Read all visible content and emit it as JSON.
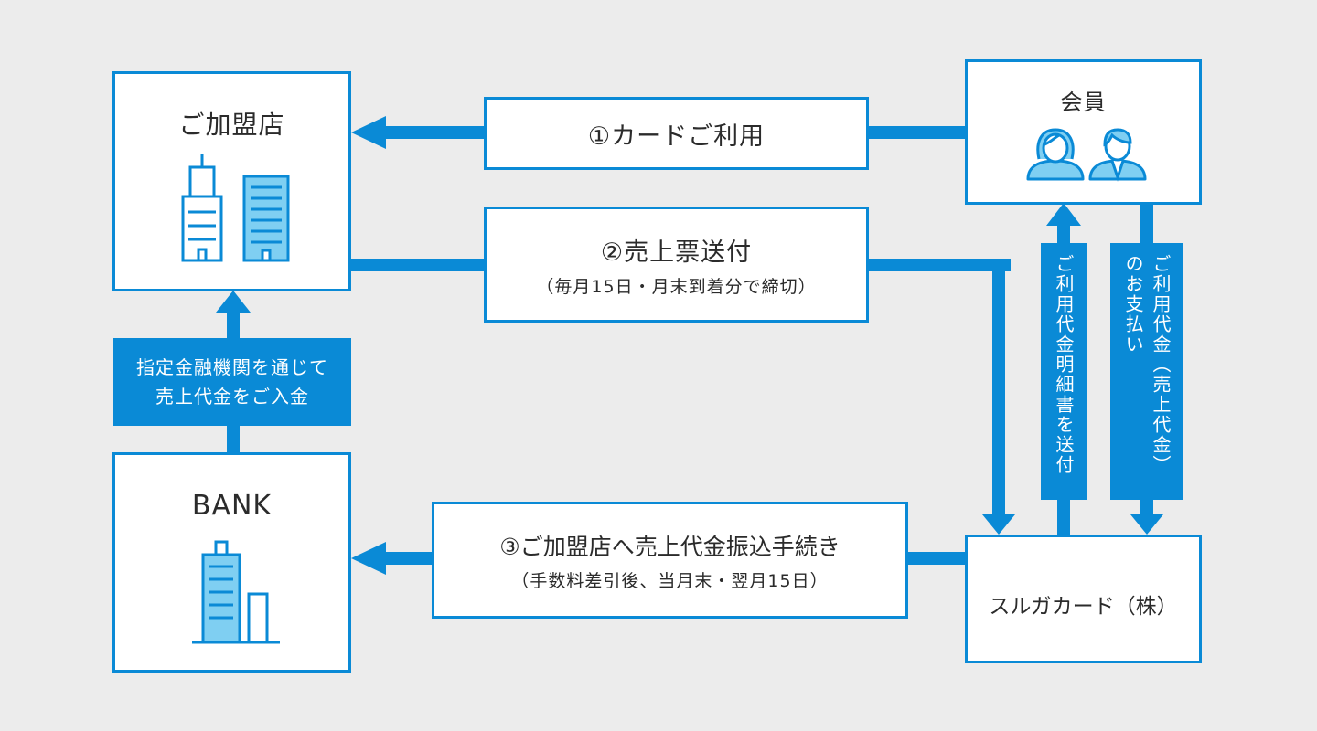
{
  "nodes": {
    "merchant": "ご加盟店",
    "member": "会員",
    "bank": "BANK",
    "suruga": "スルガカード（株）"
  },
  "flows": {
    "step1": "①カードご利用",
    "step2_main": "②売上票送付",
    "step2_sub": "（毎月15日・月末到着分で締切）",
    "step3_main": "③ご加盟店へ売上代金振込手続き",
    "step3_sub": "（手数料差引後、当月末・翌月15日）"
  },
  "bank_to_merchant": {
    "line1": "指定金融機関を通じて",
    "line2": "売上代金をご入金"
  },
  "statement": "ご利用代金明細書を送付",
  "payment": {
    "line1": "ご利用代金（売上代金）",
    "line2": "のお支払い"
  },
  "colors": {
    "accent": "#0a8ad6",
    "icon_fill": "#7fcff2",
    "background": "#ececec"
  },
  "icons": [
    "building-icon",
    "woman-icon",
    "man-icon"
  ]
}
